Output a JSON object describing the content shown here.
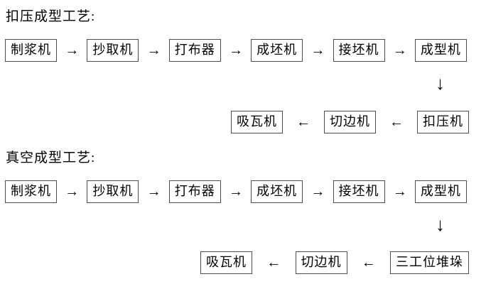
{
  "page": {
    "background_color": "#ffffff",
    "text_color": "#000000",
    "box_border_color": "#4d4d4d"
  },
  "glyphs": {
    "arrow_right": "→",
    "arrow_left": "←",
    "arrow_down": "↓"
  },
  "sections": [
    {
      "heading": "扣压成型工艺:",
      "main_line": [
        "制浆机",
        "抄取机",
        "打布器",
        "成坯机",
        "接坯机",
        "成型机"
      ],
      "return_line": [
        "吸瓦机",
        "切边机",
        "扣压机"
      ]
    },
    {
      "heading": "真空成型工艺:",
      "main_line": [
        "制浆机",
        "抄取机",
        "打布器",
        "成坯机",
        "接坯机",
        "成型机"
      ],
      "return_line": [
        "吸瓦机",
        "切边机",
        "三工位堆垛"
      ]
    }
  ]
}
